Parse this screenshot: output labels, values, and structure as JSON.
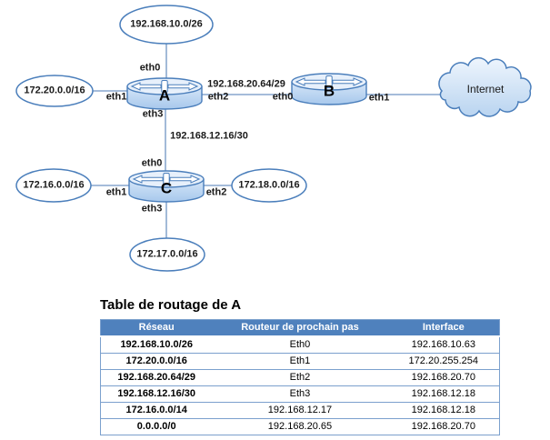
{
  "diagram": {
    "networks": {
      "top": "192.168.10.0/26",
      "left_a": "172.20.0.0/16",
      "left_c": "172.16.0.0/16",
      "right_c": "172.18.0.0/16",
      "bottom_c": "172.17.0.0/16"
    },
    "links": {
      "a_b": "192.168.20.64/29",
      "a_c": "192.168.12.16/30"
    },
    "routers": {
      "a": "A",
      "b": "B",
      "c": "C"
    },
    "internet_label": "Internet",
    "interfaces": {
      "a_eth0": "eth0",
      "a_eth1": "eth1",
      "a_eth2": "eth2",
      "a_eth3": "eth3",
      "b_eth0": "eth0",
      "b_eth1": "eth1",
      "c_eth0": "eth0",
      "c_eth1": "eth1",
      "c_eth2": "eth2",
      "c_eth3": "eth3"
    }
  },
  "routing_table": {
    "title": "Table de routage de A",
    "headers": [
      "Réseau",
      "Routeur de prochain pas",
      "Interface"
    ],
    "rows": [
      [
        "192.168.10.0/26",
        "Eth0",
        "192.168.10.63"
      ],
      [
        "172.20.0.0/16",
        "Eth1",
        "172.20.255.254"
      ],
      [
        "192.168.20.64/29",
        "Eth2",
        "192.168.20.70"
      ],
      [
        "192.168.12.16/30",
        "Eth3",
        "192.168.12.18"
      ],
      [
        "172.16.0.0/14",
        "192.168.12.17",
        "192.168.12.18"
      ],
      [
        "0.0.0.0/0",
        "192.168.20.65",
        "192.168.20.70"
      ]
    ]
  },
  "colors": {
    "table_header_bg": "#4f81bd",
    "table_border": "#7ba0cd",
    "shape_stroke": "#4a7ebb",
    "connector_line": "#6f94c4",
    "cylinder_fill": "#b9d4f0",
    "cloud_fill": "#cfe2f6"
  }
}
